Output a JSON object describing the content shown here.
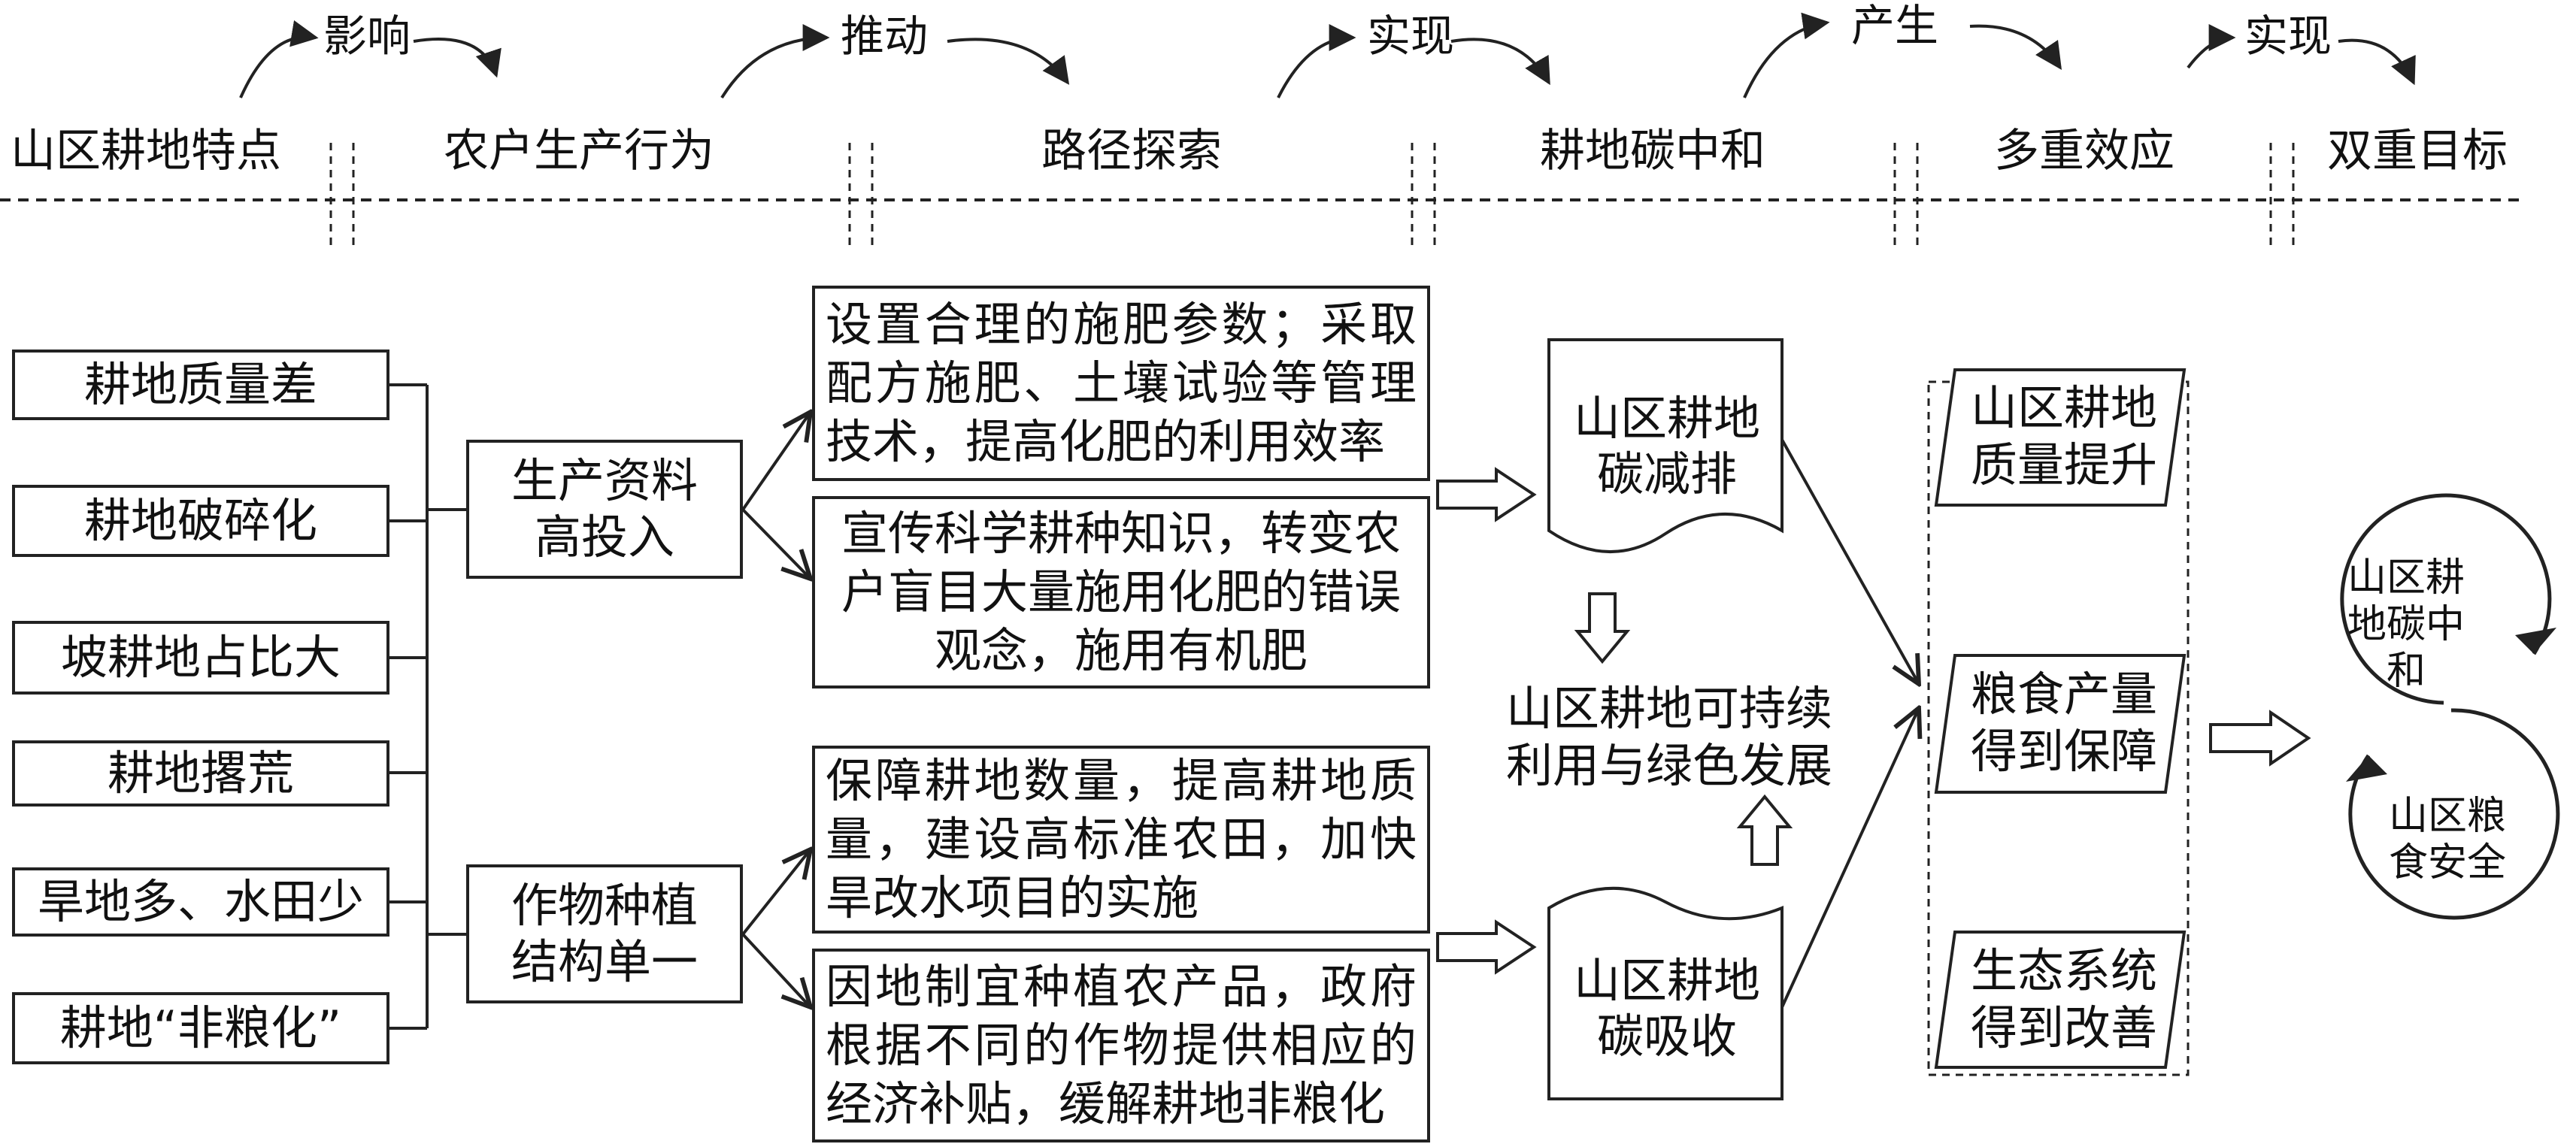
{
  "header": {
    "stages": [
      "山区耕地特点",
      "农户生产行为",
      "路径探索",
      "耕地碳中和",
      "多重效应",
      "双重目标"
    ],
    "links": [
      "影响",
      "推动",
      "实现",
      "产生",
      "实现"
    ]
  },
  "characteristics": [
    "耕地质量差",
    "耕地破碎化",
    "坡耕地占比大",
    "耕地撂荒",
    "旱地多、水田少",
    "耕地“非粮化”"
  ],
  "behaviors": [
    "生产资料高投入",
    "作物种植结构单一"
  ],
  "paths": [
    "设置合理的施肥参数；采取配方施肥、土壤试验等管理技术，提高化肥的利用效率",
    "宣传科学耕种知识，转变农户盲目大量施用化肥的错误观念，施用有机肥",
    "保障耕地数量，提高耕地质量，建设高标准农田，加快旱改水项目的实施",
    "因地制宜种植农产品，政府根据不同的作物提供相应的经济补贴，缓解耕地非粮化"
  ],
  "carbon": {
    "reduction": "山区耕地碳减排",
    "absorption": "山区耕地碳吸收",
    "sustainable": "山区耕地可持续利用与绿色发展"
  },
  "effects": [
    "山区耕地质量提升",
    "粮食产量得到保障",
    "生态系统得到改善"
  ],
  "goals": [
    "山区耕地碳中和",
    "山区粮食安全"
  ]
}
